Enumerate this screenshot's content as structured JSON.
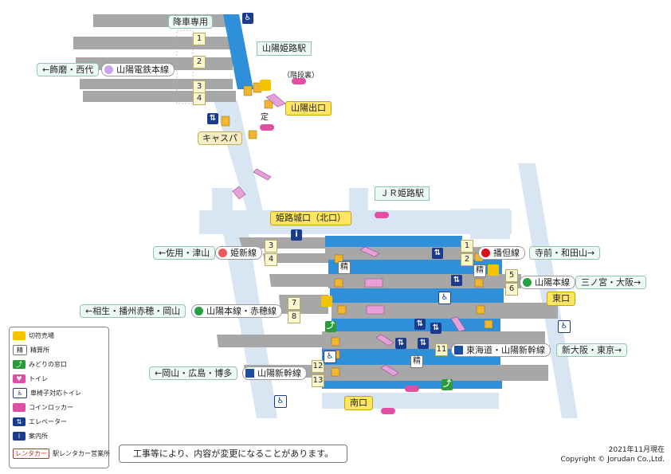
{
  "sanyo_station": {
    "name": "山陽姫路駅",
    "alighting_only": "降車専用",
    "platforms": [
      "1",
      "2",
      "3",
      "4"
    ],
    "line_tag": "山陽電鉄本線",
    "direction_west": "←飾磨・西代",
    "exit": "山陽出口",
    "stairs_note": "（階段裏）",
    "teiki_note": "定",
    "kyassupa": "キャスパ"
  },
  "jr_station": {
    "name": "ＪＲ姫路駅",
    "exits": {
      "north": "姫路城口（北口）",
      "east": "東口",
      "south": "南口"
    },
    "rows": [
      {
        "left_dir": "←佐用・津山",
        "left_line": "姫新線",
        "left_line_color": "#ea5b5b",
        "left_plats": [
          "3",
          "4"
        ],
        "right_plats": [
          "1",
          "2"
        ],
        "right_line": "播但線",
        "right_line_color": "#d6101b",
        "right_dir": "寺前・和田山→"
      },
      {
        "right_plats": [
          "5",
          "6"
        ],
        "right_line": "山陽本線",
        "right_line_color": "#27a043",
        "right_dir": "三ノ宮・大阪→"
      },
      {
        "left_dir": "←相生・播州赤穂・岡山",
        "left_line": "山陽本線・赤穂線",
        "left_line_color": "#27a043",
        "left_plats": [
          "7",
          "8"
        ]
      },
      {
        "right_plats": [
          "11"
        ],
        "right_line": "東海道・山陽新幹線",
        "right_line_color": "#1d4e9e",
        "right_dir": "新大阪・東京→"
      },
      {
        "left_dir": "←岡山・広島・博多",
        "left_line": "山陽新幹線",
        "left_line_color": "#1d4e9e",
        "left_plats": [
          "12",
          "13"
        ]
      }
    ],
    "seisan_label": "精"
  },
  "legend": {
    "title_items": [
      {
        "icon": "ticket-machine-icon",
        "label": "切符売場",
        "color": "#f5c400"
      },
      {
        "icon": "fare-adjustment-icon",
        "label": "精算所",
        "color": "#ffffff",
        "glyph": "精"
      },
      {
        "icon": "midori-window-icon",
        "label": "みどりの窓口",
        "color": "#2a9a3c"
      },
      {
        "icon": "restroom-icon",
        "label": "トイレ",
        "color": "#e04fa4"
      },
      {
        "icon": "wheelchair-restroom-icon",
        "label": "車椅子対応トイレ",
        "color": "#e04fa4"
      },
      {
        "icon": "coin-locker-icon",
        "label": "コインロッカー",
        "color": "#e04fa4"
      },
      {
        "icon": "elevator-icon",
        "label": "エレベーター",
        "color": "#1b3c8d"
      },
      {
        "icon": "information-icon",
        "label": "案内所",
        "color": "#1b3c8d"
      },
      {
        "icon": "rent-a-car-icon",
        "label": "駅レンタカー営業所",
        "glyph": "レンタカー",
        "color": "#e0201b"
      }
    ]
  },
  "notice": "工事等により、内容が変更になることがあります。",
  "footer": {
    "date": "2021年11月現在",
    "copyright": "Copyright © Jorudan Co.,Ltd."
  },
  "colors": {
    "platform_blue": "#2f8fd8",
    "track_grey": "#9a9a9a",
    "concourse": "#d8e6f4",
    "exit_yellow": "#ffe566"
  }
}
